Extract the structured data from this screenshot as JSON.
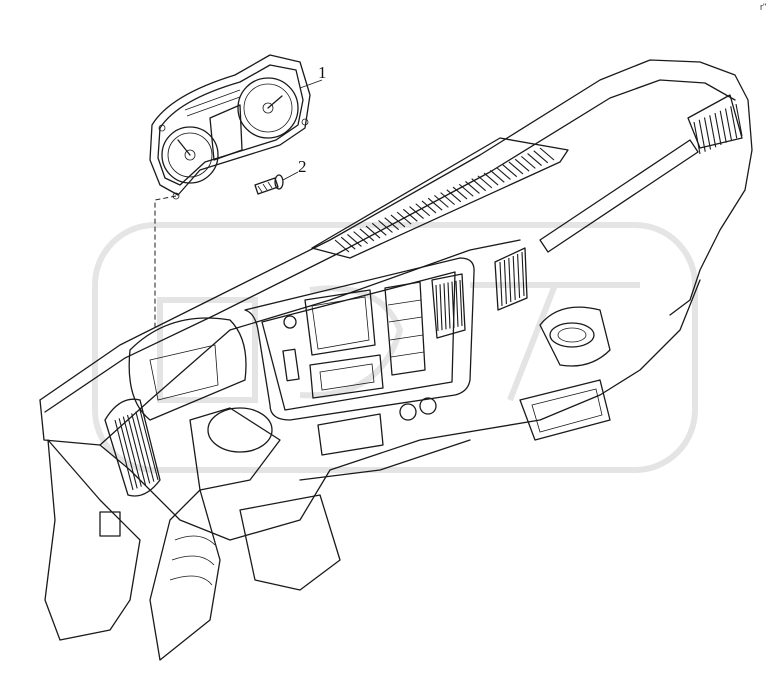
{
  "callouts": [
    {
      "number": "1"
    },
    {
      "number": "2"
    }
  ],
  "corner_mark": "r\""
}
